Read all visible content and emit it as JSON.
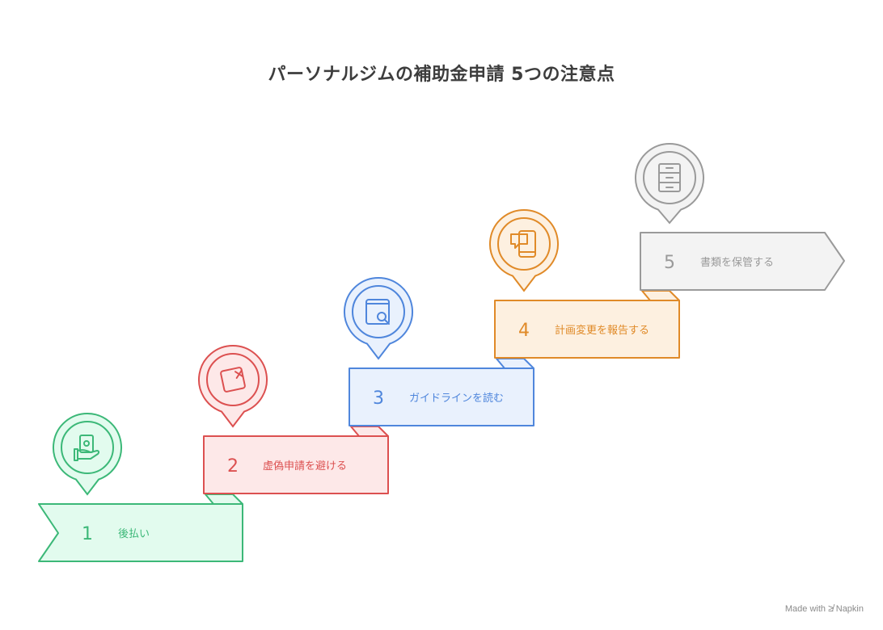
{
  "title": "パーソナルジムの補助金申請 5つの注意点",
  "footer": {
    "made_with": "Made with",
    "brand": "Napkin"
  },
  "steps": [
    {
      "number": "1",
      "label": "後払い",
      "icon": "money-hand-icon",
      "color": "#3cb878",
      "fill": "#e2fbee"
    },
    {
      "number": "2",
      "label": "虚偽申請を避ける",
      "icon": "cancel-square-icon",
      "color": "#dc5050",
      "fill": "#fde8e8"
    },
    {
      "number": "3",
      "label": "ガイドラインを読む",
      "icon": "book-search-icon",
      "color": "#4f86dc",
      "fill": "#e9f1fd"
    },
    {
      "number": "4",
      "label": "計画変更を報告する",
      "icon": "phone-message-icon",
      "color": "#e08a28",
      "fill": "#fdf0e0"
    },
    {
      "number": "5",
      "label": "書類を保管する",
      "icon": "file-cabinet-icon",
      "color": "#9a9a9a",
      "fill": "#f3f3f3"
    }
  ]
}
